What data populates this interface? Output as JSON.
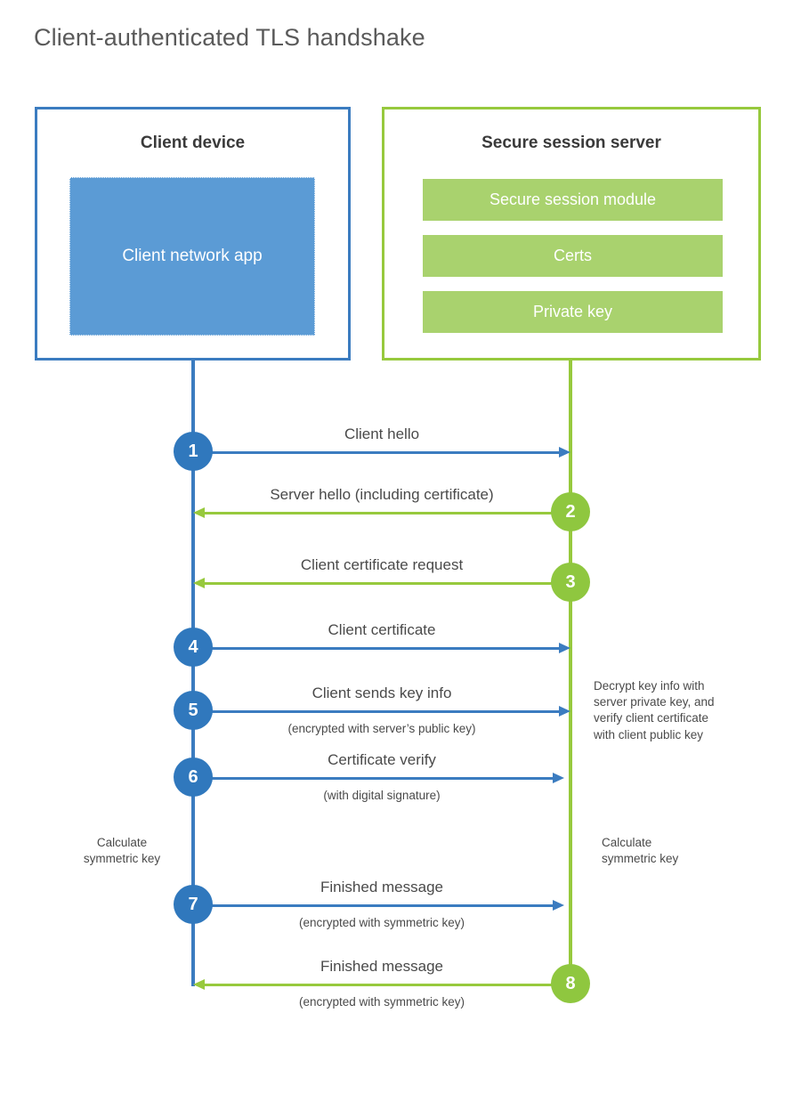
{
  "title": "Client-authenticated TLS handshake",
  "colors": {
    "blue_border": "#3b7cc0",
    "blue_fill": "#5b9bd5",
    "blue_circle": "#3078bd",
    "green_border": "#97c93d",
    "green_fill": "#a9d26e",
    "green_circle": "#8fc73f",
    "text": "#4a4a4a",
    "title_text": "#5a5a5a",
    "background": "#ffffff"
  },
  "participants": {
    "client": {
      "title": "Client device",
      "app_label": "Client network app"
    },
    "server": {
      "title": "Secure session server",
      "components": [
        {
          "label": "Secure session module"
        },
        {
          "label": "Certs"
        },
        {
          "label": "Private key"
        }
      ]
    }
  },
  "messages": [
    {
      "step": "1",
      "label": "Client hello",
      "sublabel": "",
      "direction": "client-to-server",
      "color": "blue"
    },
    {
      "step": "2",
      "label": "Server hello (including certificate)",
      "sublabel": "",
      "direction": "server-to-client",
      "color": "green"
    },
    {
      "step": "3",
      "label": "Client certificate request",
      "sublabel": "",
      "direction": "server-to-client",
      "color": "green"
    },
    {
      "step": "4",
      "label": "Client certificate",
      "sublabel": "",
      "direction": "client-to-server",
      "color": "blue"
    },
    {
      "step": "5",
      "label": "Client sends key info",
      "sublabel": "(encrypted with server’s public key)",
      "direction": "client-to-server",
      "color": "blue"
    },
    {
      "step": "6",
      "label": "Certificate verify",
      "sublabel": "(with digital signature)",
      "direction": "client-to-server",
      "color": "blue"
    },
    {
      "step": "7",
      "label": "Finished message",
      "sublabel": "(encrypted with symmetric key)",
      "direction": "client-to-server",
      "color": "blue"
    },
    {
      "step": "8",
      "label": "Finished message",
      "sublabel": "(encrypted with symmetric key)",
      "direction": "server-to-client",
      "color": "green"
    }
  ],
  "annotations": {
    "server_decrypt": "Decrypt key info with server private key, and verify client certificate with client public key",
    "server_decrypt_lines": [
      "Decrypt key info with",
      "server private key, and",
      "verify client certificate",
      "with client public key"
    ],
    "client_calculate_lines": [
      "Calculate",
      "symmetric key"
    ],
    "server_calculate_lines": [
      "Calculate",
      "symmetric key"
    ]
  }
}
